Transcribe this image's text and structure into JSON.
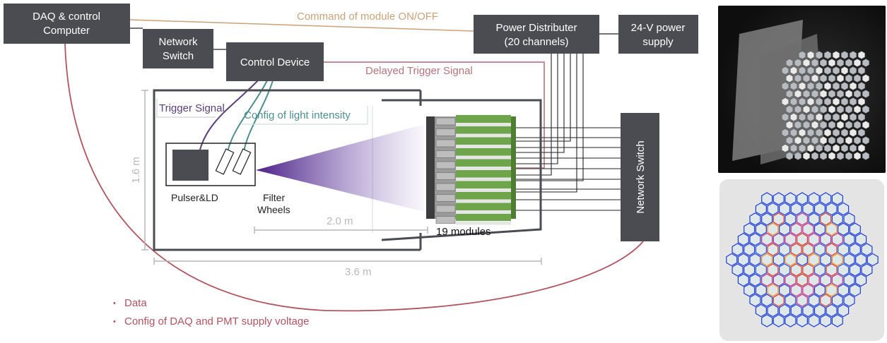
{
  "boxes": {
    "daq_line1": "DAQ & control",
    "daq_line2": "Computer",
    "network_switch_top_line1": "Network",
    "network_switch_top_line2": "Switch",
    "control_device": "Control Device",
    "power_dist_line1": "Power Distributer",
    "power_dist_line2": "(20 channels)",
    "power_supply_line1": "24-V power",
    "power_supply_line2": "supply",
    "network_switch_right": "Network Switch"
  },
  "annotations": {
    "command": "Command of module ON/OFF",
    "delayed_trigger": "Delayed Trigger Signal",
    "trigger_signal": "Trigger Signal",
    "config_light": "Config of light intensity",
    "pulser": "Pulser&LD",
    "filter_line1": "Filter",
    "filter_line2": "Wheels",
    "modules": "19 modules"
  },
  "dimensions": {
    "height": "1.6 m",
    "distance": "2.0 m",
    "length": "3.6 m"
  },
  "legend": {
    "bullet": "•",
    "item1": "Data",
    "item2": "Config of DAQ and PMT supply voltage"
  },
  "colors": {
    "box": "#4a4c51",
    "command_line": "#c9a27a",
    "delayed_trigger": "#b6737d",
    "trigger": "#5b3f78",
    "config": "#4e8e8d",
    "data_line": "#b0545f",
    "module_green": "#6fa54a",
    "beam": "#5a2d8f"
  }
}
